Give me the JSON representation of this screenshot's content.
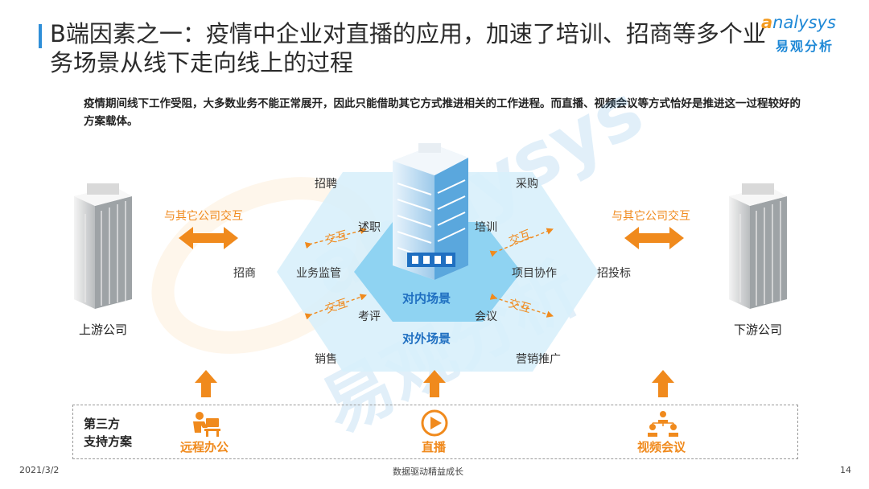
{
  "title": "B端因素之一：疫情中企业对直播的应用，加速了培训、招商等多个业务场景从线下走向线上的过程",
  "logo": {
    "en_initial": "a",
    "en_rest": "nalysys",
    "cn": "易观分析"
  },
  "intro": "疫情期间线下工作受阻，大多数业务不能正常展开，因此只能借助其它方式推进相关的工作进程。而直播、视频会议等方式恰好是推进这一过程较好的方案载体。",
  "watermark": {
    "en": "analysys",
    "cn": "易观分析"
  },
  "diagram": {
    "outer_items": [
      "招聘",
      "采购",
      "招商",
      "招投标",
      "销售",
      "营销推广"
    ],
    "inner_items": [
      "述职",
      "培训",
      "业务监管",
      "项目协作",
      "考评",
      "会议"
    ],
    "inner_scene": "对内场景",
    "outer_scene": "对外场景",
    "interaction": "交互",
    "left_interaction": "与其它公司交互",
    "right_interaction": "与其它公司交互",
    "upstream": "上游公司",
    "downstream": "下游公司"
  },
  "support": {
    "title_line1": "第三方",
    "title_line2": "支持方案",
    "items": [
      {
        "label": "远程办公",
        "icon": "remote-office-icon"
      },
      {
        "label": "直播",
        "icon": "live-play-icon"
      },
      {
        "label": "视频会议",
        "icon": "video-conference-icon"
      }
    ]
  },
  "footer": {
    "date": "2021/3/2",
    "slogan": "数据驱动精益成长",
    "page": "14"
  },
  "colors": {
    "accent_blue": "#1e88d6",
    "accent_orange": "#f08a1d",
    "hex_outer": "#d8f0fb",
    "hex_inner": "#8fd3f2"
  }
}
